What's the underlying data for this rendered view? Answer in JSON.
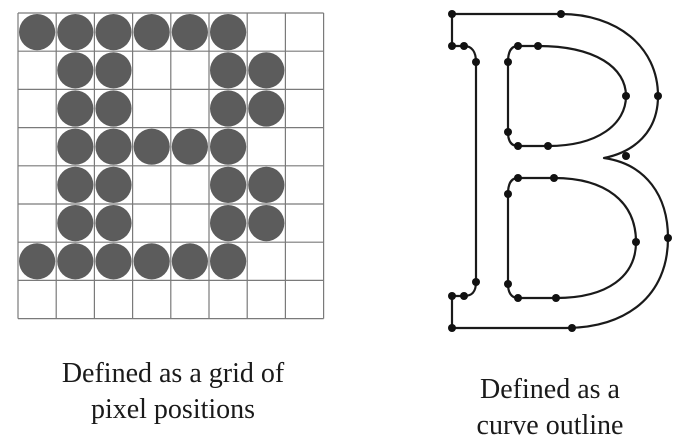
{
  "grid_panel": {
    "rows": 8,
    "cols": 8,
    "filled_cells": [
      [
        0,
        0
      ],
      [
        0,
        1
      ],
      [
        0,
        2
      ],
      [
        0,
        3
      ],
      [
        0,
        4
      ],
      [
        0,
        5
      ],
      [
        1,
        1
      ],
      [
        1,
        2
      ],
      [
        1,
        5
      ],
      [
        1,
        6
      ],
      [
        2,
        1
      ],
      [
        2,
        2
      ],
      [
        2,
        5
      ],
      [
        2,
        6
      ],
      [
        3,
        1
      ],
      [
        3,
        2
      ],
      [
        3,
        3
      ],
      [
        3,
        4
      ],
      [
        3,
        5
      ],
      [
        4,
        1
      ],
      [
        4,
        2
      ],
      [
        4,
        5
      ],
      [
        4,
        6
      ],
      [
        5,
        1
      ],
      [
        5,
        2
      ],
      [
        5,
        5
      ],
      [
        5,
        6
      ],
      [
        6,
        0
      ],
      [
        6,
        1
      ],
      [
        6,
        2
      ],
      [
        6,
        3
      ],
      [
        6,
        4
      ],
      [
        6,
        5
      ]
    ],
    "caption_lines": [
      "Defined as a grid of",
      "pixel positions"
    ]
  },
  "outline_panel": {
    "caption_lines": [
      "Defined as a",
      "curve outline"
    ]
  },
  "colors": {
    "grid_line": "#7a7a7a",
    "dot_fill": "#5c5c5c",
    "outline_stroke": "#1a1a1a",
    "control_point": "#111111"
  }
}
